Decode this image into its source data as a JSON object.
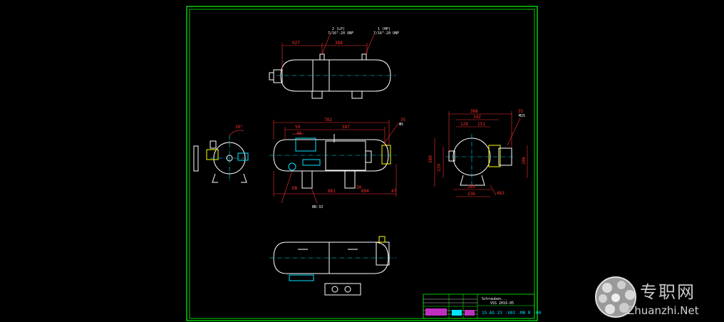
{
  "colors": {
    "background": "#000000",
    "frame": "#00ff00",
    "outline": "#ffffff",
    "dimension": "#ff3030",
    "centerline": "#00e5ff",
    "detail": "#ffff00"
  },
  "views": {
    "top": {
      "dims": [
        "927",
        "388"
      ],
      "connections": [
        "2 (LP)",
        "1 (HP)"
      ],
      "connection_specs": [
        "7/16\"-20 UNF",
        "7/16\"-20 UNF"
      ]
    },
    "front": {
      "dims": [
        "782",
        "587",
        "59",
        "46",
        "881",
        "30",
        "894",
        "47",
        "35",
        "Φ5"
      ],
      "marks": [
        "DB",
        "BB-33"
      ],
      "angle": "30°"
    },
    "side": {
      "dims": [
        "386",
        "242",
        "128",
        "151",
        "380",
        "229",
        "206",
        "285",
        "236",
        "483"
      ],
      "marks": [
        "35",
        "M25"
      ]
    }
  },
  "title_block": {
    "title": "Schrauben...",
    "material": "VSS 2016-05",
    "drawing_number": "15.AS 23 -V03 -M0 R -00"
  },
  "watermark": {
    "chinese": "专职网",
    "url": "Zhuanzhi.Net"
  }
}
